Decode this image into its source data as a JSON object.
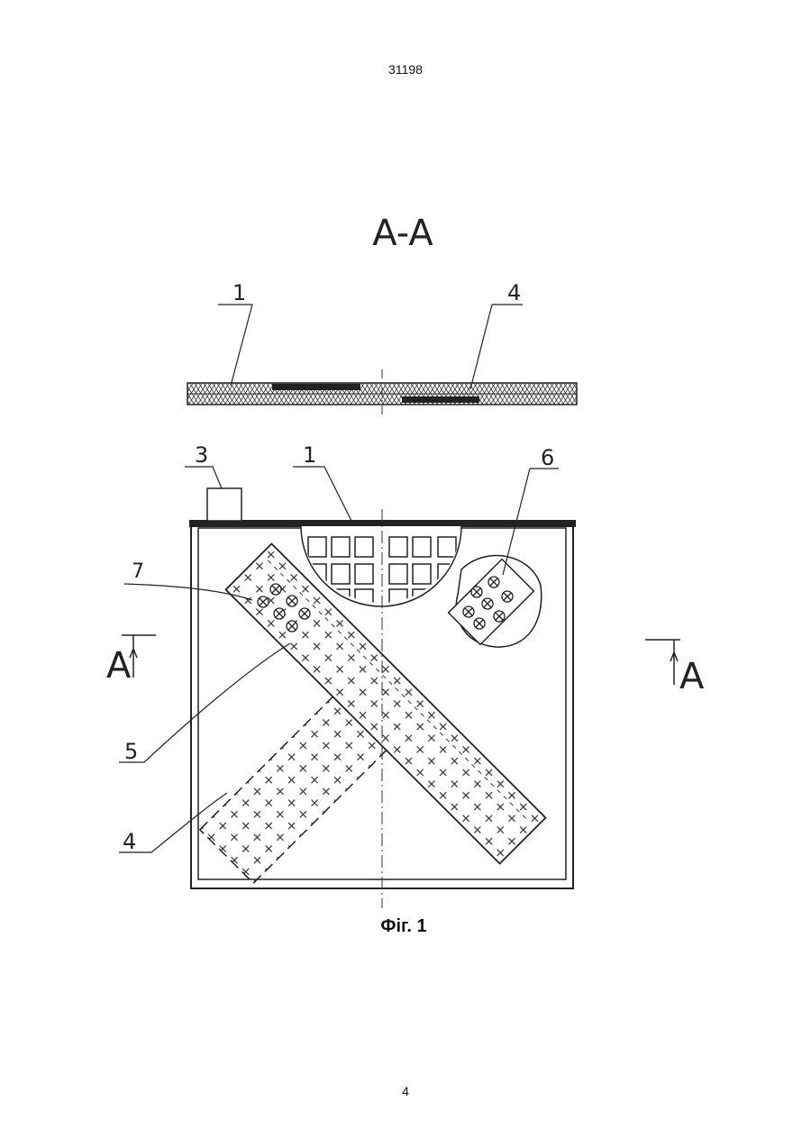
{
  "page": {
    "doc_number": "31198",
    "page_number": "4"
  },
  "figure": {
    "section_title": "A-A",
    "caption": "Фіг. 1",
    "section_mark_left": "A",
    "section_mark_right": "A",
    "labels": {
      "section_layer": "1",
      "section_strip": "4",
      "connector": "3",
      "mesh": "1",
      "inset": "6",
      "electrodes": "7",
      "front_strip": "5",
      "back_strip": "4"
    }
  }
}
